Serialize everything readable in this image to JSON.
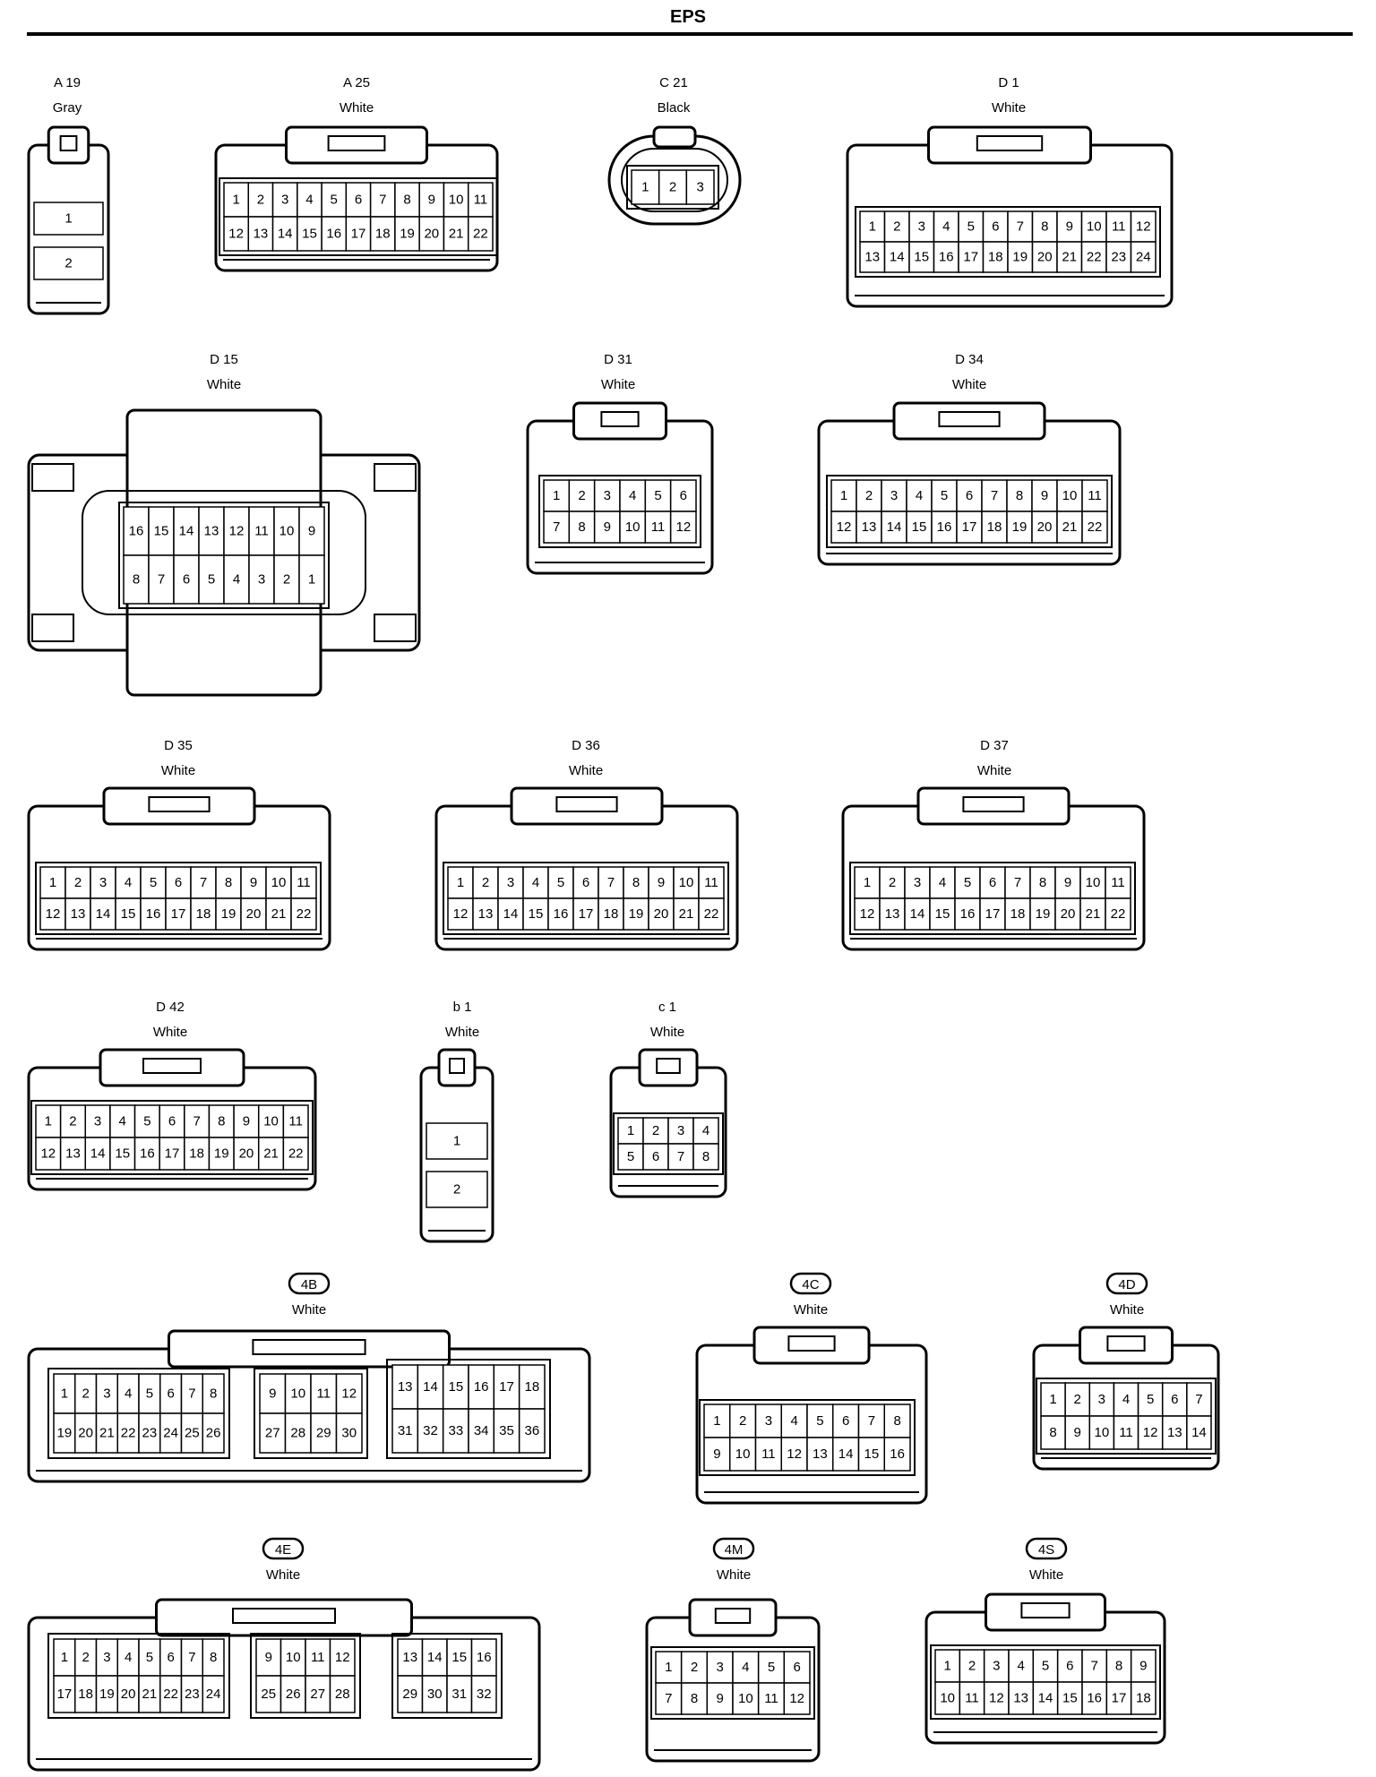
{
  "page": {
    "title": "EPS"
  },
  "connectors": [
    {
      "id": "A 19",
      "color": "Gray",
      "circled": false,
      "pins": [
        [
          "1"
        ],
        [
          "2"
        ]
      ]
    },
    {
      "id": "A 25",
      "color": "White",
      "circled": false,
      "pins": [
        [
          "1",
          "2",
          "3",
          "4",
          "5",
          "6",
          "7",
          "8",
          "9",
          "10",
          "11"
        ],
        [
          "12",
          "13",
          "14",
          "15",
          "16",
          "17",
          "18",
          "19",
          "20",
          "21",
          "22"
        ]
      ]
    },
    {
      "id": "C 21",
      "color": "Black",
      "circled": false,
      "pins": [
        [
          "1",
          "2",
          "3"
        ]
      ]
    },
    {
      "id": "D 1",
      "color": "White",
      "circled": false,
      "pins": [
        [
          "1",
          "2",
          "3",
          "4",
          "5",
          "6",
          "7",
          "8",
          "9",
          "10",
          "11",
          "12"
        ],
        [
          "13",
          "14",
          "15",
          "16",
          "17",
          "18",
          "19",
          "20",
          "21",
          "22",
          "23",
          "24"
        ]
      ]
    },
    {
      "id": "D 15",
      "color": "White",
      "circled": false,
      "pins": [
        [
          "16",
          "15",
          "14",
          "13",
          "12",
          "11",
          "10",
          "9"
        ],
        [
          "8",
          "7",
          "6",
          "5",
          "4",
          "3",
          "2",
          "1"
        ]
      ]
    },
    {
      "id": "D 31",
      "color": "White",
      "circled": false,
      "pins": [
        [
          "1",
          "2",
          "3",
          "4",
          "5",
          "6"
        ],
        [
          "7",
          "8",
          "9",
          "10",
          "11",
          "12"
        ]
      ]
    },
    {
      "id": "D 34",
      "color": "White",
      "circled": false,
      "pins": [
        [
          "1",
          "2",
          "3",
          "4",
          "5",
          "6",
          "7",
          "8",
          "9",
          "10",
          "11"
        ],
        [
          "12",
          "13",
          "14",
          "15",
          "16",
          "17",
          "18",
          "19",
          "20",
          "21",
          "22"
        ]
      ]
    },
    {
      "id": "D 35",
      "color": "White",
      "circled": false,
      "pins": [
        [
          "1",
          "2",
          "3",
          "4",
          "5",
          "6",
          "7",
          "8",
          "9",
          "10",
          "11"
        ],
        [
          "12",
          "13",
          "14",
          "15",
          "16",
          "17",
          "18",
          "19",
          "20",
          "21",
          "22"
        ]
      ]
    },
    {
      "id": "D 36",
      "color": "White",
      "circled": false,
      "pins": [
        [
          "1",
          "2",
          "3",
          "4",
          "5",
          "6",
          "7",
          "8",
          "9",
          "10",
          "11"
        ],
        [
          "12",
          "13",
          "14",
          "15",
          "16",
          "17",
          "18",
          "19",
          "20",
          "21",
          "22"
        ]
      ]
    },
    {
      "id": "D 37",
      "color": "White",
      "circled": false,
      "pins": [
        [
          "1",
          "2",
          "3",
          "4",
          "5",
          "6",
          "7",
          "8",
          "9",
          "10",
          "11"
        ],
        [
          "12",
          "13",
          "14",
          "15",
          "16",
          "17",
          "18",
          "19",
          "20",
          "21",
          "22"
        ]
      ]
    },
    {
      "id": "D 42",
      "color": "White",
      "circled": false,
      "pins": [
        [
          "1",
          "2",
          "3",
          "4",
          "5",
          "6",
          "7",
          "8",
          "9",
          "10",
          "11"
        ],
        [
          "12",
          "13",
          "14",
          "15",
          "16",
          "17",
          "18",
          "19",
          "20",
          "21",
          "22"
        ]
      ]
    },
    {
      "id": "b 1",
      "color": "White",
      "circled": false,
      "pins": [
        [
          "1"
        ],
        [
          "2"
        ]
      ]
    },
    {
      "id": "c 1",
      "color": "White",
      "circled": false,
      "pins": [
        [
          "1",
          "2",
          "3",
          "4"
        ],
        [
          "5",
          "6",
          "7",
          "8"
        ]
      ]
    },
    {
      "id": "4B",
      "color": "White",
      "circled": true,
      "pins": [
        [
          [
            "1",
            "2",
            "3",
            "4",
            "5",
            "6",
            "7",
            "8"
          ],
          [
            "19",
            "20",
            "21",
            "22",
            "23",
            "24",
            "25",
            "26"
          ]
        ],
        [
          [
            "9",
            "10",
            "11",
            "12"
          ],
          [
            "27",
            "28",
            "29",
            "30"
          ]
        ],
        [
          [
            "13",
            "14",
            "15",
            "16",
            "17",
            "18"
          ],
          [
            "31",
            "32",
            "33",
            "34",
            "35",
            "36"
          ]
        ]
      ]
    },
    {
      "id": "4C",
      "color": "White",
      "circled": true,
      "pins": [
        [
          "1",
          "2",
          "3",
          "4",
          "5",
          "6",
          "7",
          "8"
        ],
        [
          "9",
          "10",
          "11",
          "12",
          "13",
          "14",
          "15",
          "16"
        ]
      ]
    },
    {
      "id": "4D",
      "color": "White",
      "circled": true,
      "pins": [
        [
          "1",
          "2",
          "3",
          "4",
          "5",
          "6",
          "7"
        ],
        [
          "8",
          "9",
          "10",
          "11",
          "12",
          "13",
          "14"
        ]
      ]
    },
    {
      "id": "4E",
      "color": "White",
      "circled": true,
      "pins": [
        [
          [
            "1",
            "2",
            "3",
            "4",
            "5",
            "6",
            "7",
            "8"
          ],
          [
            "17",
            "18",
            "19",
            "20",
            "21",
            "22",
            "23",
            "24"
          ]
        ],
        [
          [
            "9",
            "10",
            "11",
            "12"
          ],
          [
            "25",
            "26",
            "27",
            "28"
          ]
        ],
        [
          [
            "13",
            "14",
            "15",
            "16"
          ],
          [
            "29",
            "30",
            "31",
            "32"
          ]
        ]
      ]
    },
    {
      "id": "4M",
      "color": "White",
      "circled": true,
      "pins": [
        [
          "1",
          "2",
          "3",
          "4",
          "5",
          "6"
        ],
        [
          "7",
          "8",
          "9",
          "10",
          "11",
          "12"
        ]
      ]
    },
    {
      "id": "4S",
      "color": "White",
      "circled": true,
      "pins": [
        [
          "1",
          "2",
          "3",
          "4",
          "5",
          "6",
          "7",
          "8",
          "9"
        ],
        [
          "10",
          "11",
          "12",
          "13",
          "14",
          "15",
          "16",
          "17",
          "18"
        ]
      ]
    }
  ]
}
